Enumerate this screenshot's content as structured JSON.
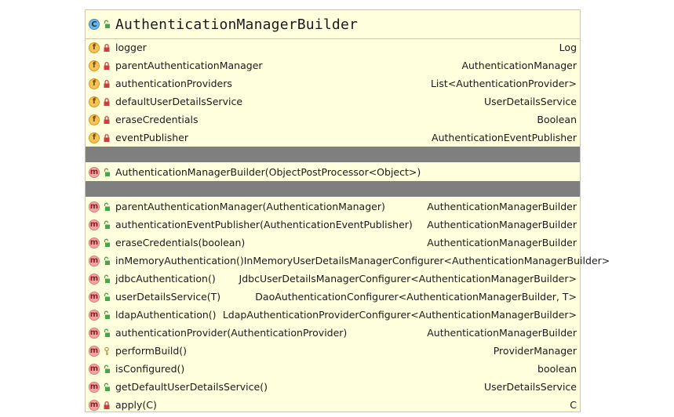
{
  "title": "AuthenticationManagerBuilder",
  "colors": {
    "card_bg": "#ffffdd",
    "separator": "#7f7f7f",
    "field_icon": "#f4c35c",
    "method_icon": "#f2a5a5",
    "class_icon": "#6fb6e0",
    "private_lock": "#c94040",
    "public_open": "#47a447"
  },
  "header_icons": {
    "kind": "C",
    "visibility": "public-open-lock-icon"
  },
  "fields": [
    {
      "kind": "f",
      "visibility": "private",
      "name": "logger",
      "type": "Log"
    },
    {
      "kind": "f",
      "visibility": "private",
      "name": "parentAuthenticationManager",
      "type": "AuthenticationManager"
    },
    {
      "kind": "f",
      "visibility": "private",
      "name": "authenticationProviders",
      "type": "List<AuthenticationProvider>"
    },
    {
      "kind": "f",
      "visibility": "private",
      "name": "defaultUserDetailsService",
      "type": "UserDetailsService"
    },
    {
      "kind": "f",
      "visibility": "private",
      "name": "eraseCredentials",
      "type": "Boolean"
    },
    {
      "kind": "f",
      "visibility": "private",
      "name": "eventPublisher",
      "type": "AuthenticationEventPublisher"
    }
  ],
  "constructors": [
    {
      "kind": "m",
      "visibility": "public",
      "name": "AuthenticationManagerBuilder(ObjectPostProcessor<Object>)",
      "type": ""
    }
  ],
  "methods": [
    {
      "kind": "m",
      "visibility": "public",
      "name": "parentAuthenticationManager(AuthenticationManager)",
      "type": "AuthenticationManagerBuilder"
    },
    {
      "kind": "m",
      "visibility": "public",
      "name": "authenticationEventPublisher(AuthenticationEventPublisher)",
      "type": "AuthenticationManagerBuilder"
    },
    {
      "kind": "m",
      "visibility": "public",
      "name": "eraseCredentials(boolean)",
      "type": "AuthenticationManagerBuilder"
    },
    {
      "kind": "m",
      "visibility": "public",
      "name": "inMemoryAuthentication()",
      "type": "InMemoryUserDetailsManagerConfigurer<AuthenticationManagerBuilder>"
    },
    {
      "kind": "m",
      "visibility": "public",
      "name": "jdbcAuthentication()",
      "type": "JdbcUserDetailsManagerConfigurer<AuthenticationManagerBuilder>"
    },
    {
      "kind": "m",
      "visibility": "public",
      "name": "userDetailsService(T)",
      "type": "DaoAuthenticationConfigurer<AuthenticationManagerBuilder, T>"
    },
    {
      "kind": "m",
      "visibility": "public",
      "name": "ldapAuthentication()",
      "type": "LdapAuthenticationProviderConfigurer<AuthenticationManagerBuilder>"
    },
    {
      "kind": "m",
      "visibility": "public",
      "name": "authenticationProvider(AuthenticationProvider)",
      "type": "AuthenticationManagerBuilder"
    },
    {
      "kind": "m",
      "visibility": "protected",
      "name": "performBuild()",
      "type": "ProviderManager"
    },
    {
      "kind": "m",
      "visibility": "public",
      "name": "isConfigured()",
      "type": "boolean"
    },
    {
      "kind": "m",
      "visibility": "public",
      "name": "getDefaultUserDetailsService()",
      "type": "UserDetailsService"
    },
    {
      "kind": "m",
      "visibility": "private",
      "name": "apply(C)",
      "type": "C"
    }
  ]
}
